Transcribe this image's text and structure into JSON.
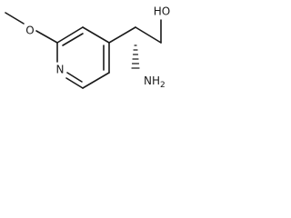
{
  "molecule": {
    "atoms": {
      "methoxy_oxygen": "O",
      "ring_nitrogen": "N",
      "hydroxyl": "HO",
      "amine": "NH",
      "amine_subscript": "2"
    }
  }
}
